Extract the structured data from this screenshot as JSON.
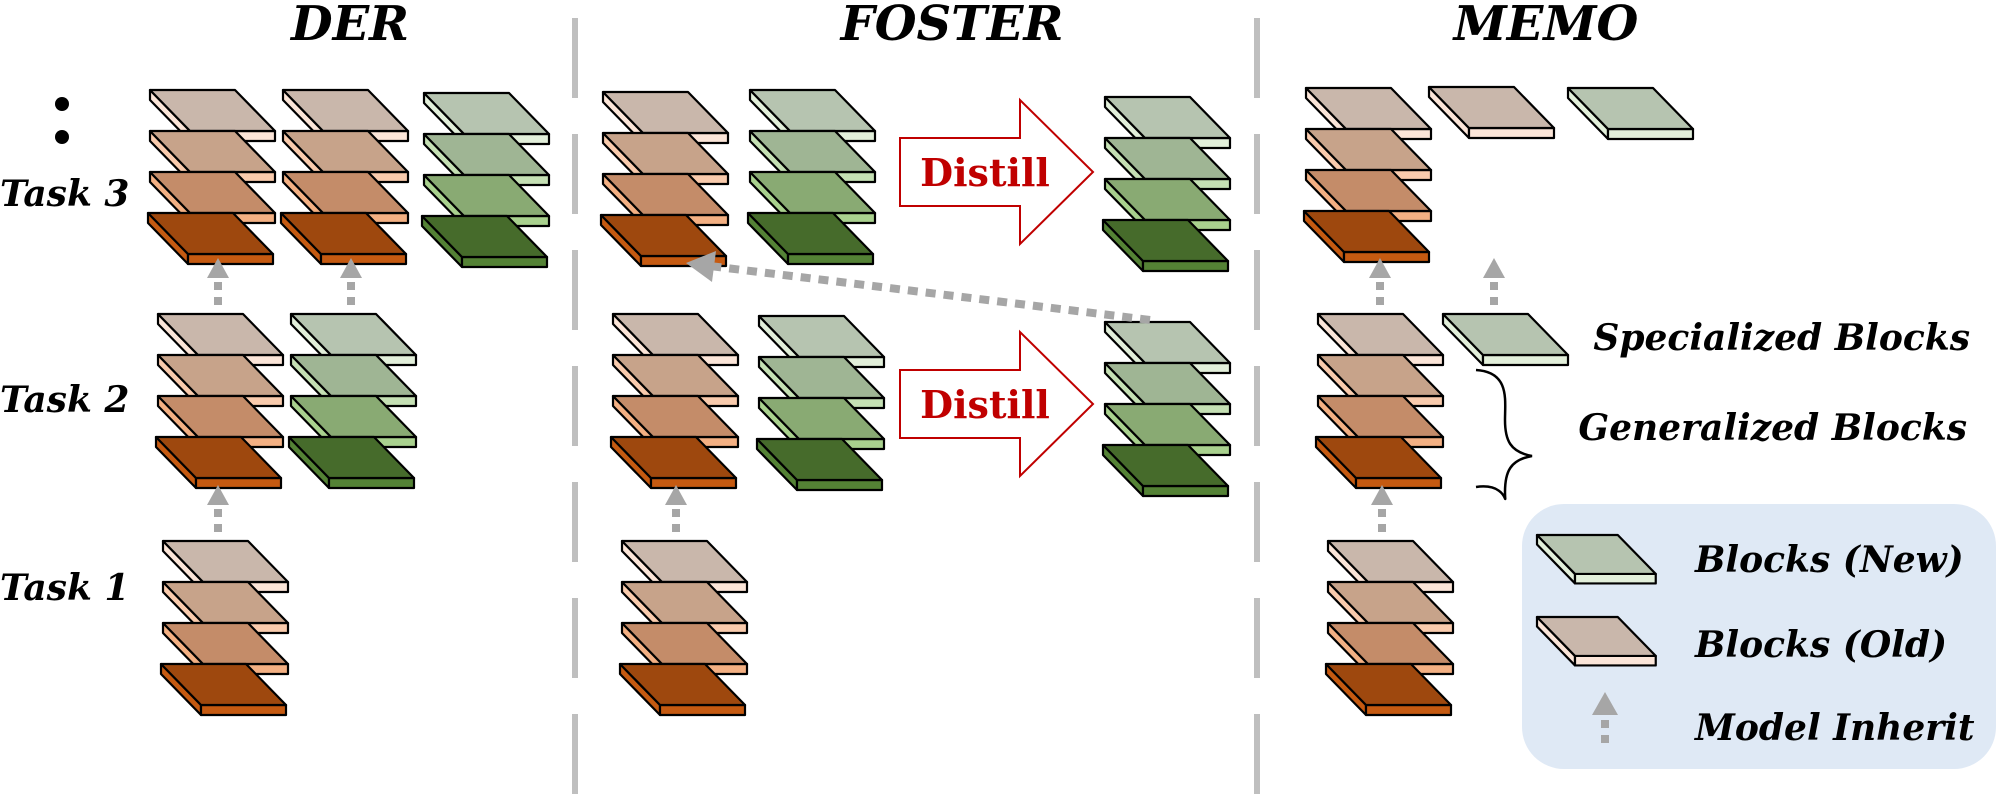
{
  "titles": {
    "der": "DER",
    "foster": "FOSTER",
    "memo": "MEMO"
  },
  "tasks": [
    "Task 1",
    "Task 2",
    "Task 3"
  ],
  "ellipsis": "⋮",
  "distill_label": "Distill",
  "annotations": {
    "specialized": "Specialized Blocks",
    "generalized": "Generalized Blocks"
  },
  "legend": {
    "new_blocks": "Blocks (New)",
    "old_blocks": "Blocks (Old)",
    "model_inherit": "Model Inherit"
  },
  "colors": {
    "old": [
      {
        "top": "#c9b7ab",
        "front": "#fbe5d8"
      },
      {
        "top": "#c7a38a",
        "front": "#f9cbad"
      },
      {
        "top": "#c48c69",
        "front": "#f3b083"
      },
      {
        "top": "#9e480e",
        "front": "#c55a11"
      }
    ],
    "new": [
      {
        "top": "#b6c4b0",
        "front": "#e2efda"
      },
      {
        "top": "#9fb594",
        "front": "#c5e0b4"
      },
      {
        "top": "#89aa73",
        "front": "#a9d18e"
      },
      {
        "top": "#466b2b",
        "front": "#548235"
      }
    ],
    "distill": "#c00000",
    "inherit_arrow": "#a6a6a6",
    "divider": "#bfbfbf",
    "legend_bg": "#dfe9f5"
  }
}
